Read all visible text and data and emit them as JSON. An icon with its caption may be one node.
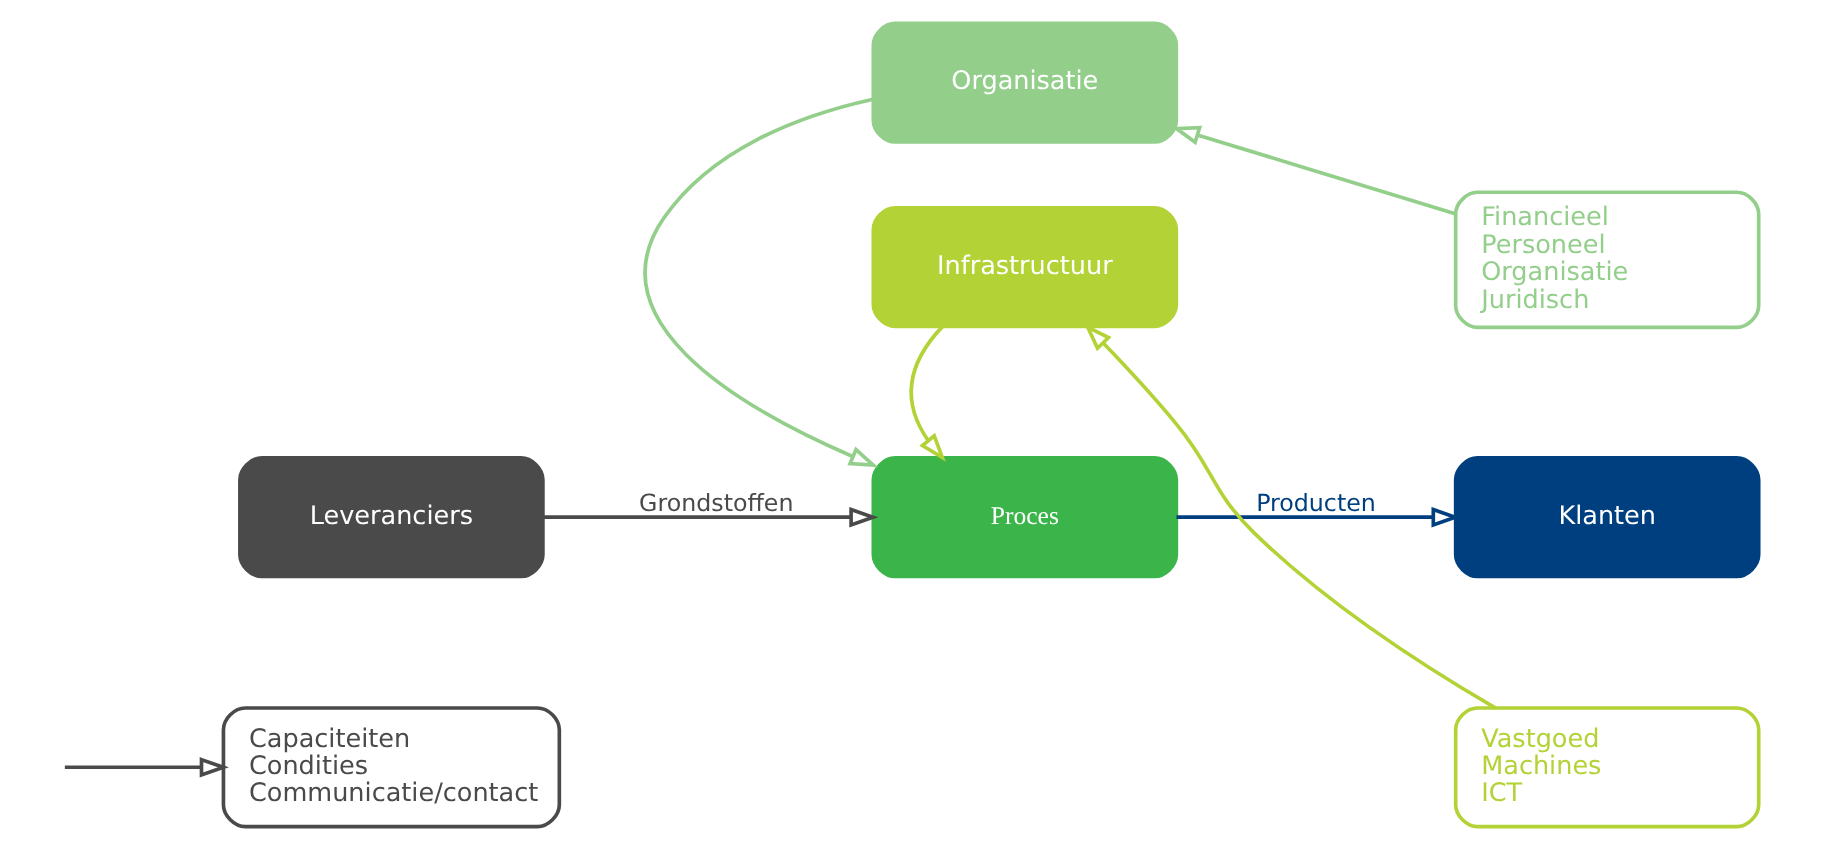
{
  "diagram": {
    "nodes": [
      {
        "text": [
          "Organisatie"
        ]
      },
      {
        "text": [
          "Financieel",
          "Personeel",
          "Organisatie",
          "Juridisch"
        ]
      },
      {
        "text": [
          "Leveranciers"
        ]
      },
      {
        "text": [
          "Proces"
        ]
      },
      {
        "text": [
          "Klanten"
        ]
      },
      {
        "text": [
          "Capaciteiten",
          "Condities",
          "Communicatie/contact"
        ]
      },
      {
        "text": [
          "Infrastructuur"
        ]
      },
      {
        "text": [
          "Vastgoed",
          "Machines",
          "ICT"
        ]
      }
    ],
    "edges": [
      {
        "from": 1,
        "to": 0,
        "arrow": "to",
        "color": "#93cf8b"
      },
      {
        "from": 0,
        "to": 3,
        "arrow": "to",
        "color": "#93cf8b"
      },
      {
        "from": 2,
        "to": 3,
        "arrow": "to",
        "label": "Grondstoffen",
        "color": "#4a4a4a"
      },
      {
        "from": null,
        "to": 5,
        "arrow": "to",
        "color": "#4a4a4a"
      },
      {
        "from": 3,
        "to": 4,
        "arrow": "to",
        "label": "Producten",
        "color": "#003f7f"
      },
      {
        "from": 6,
        "to": 3,
        "arrow": "to",
        "color": "#b2d235"
      },
      {
        "from": 7,
        "to": 6,
        "arrow": "to",
        "color": "#b2d235"
      }
    ]
  }
}
